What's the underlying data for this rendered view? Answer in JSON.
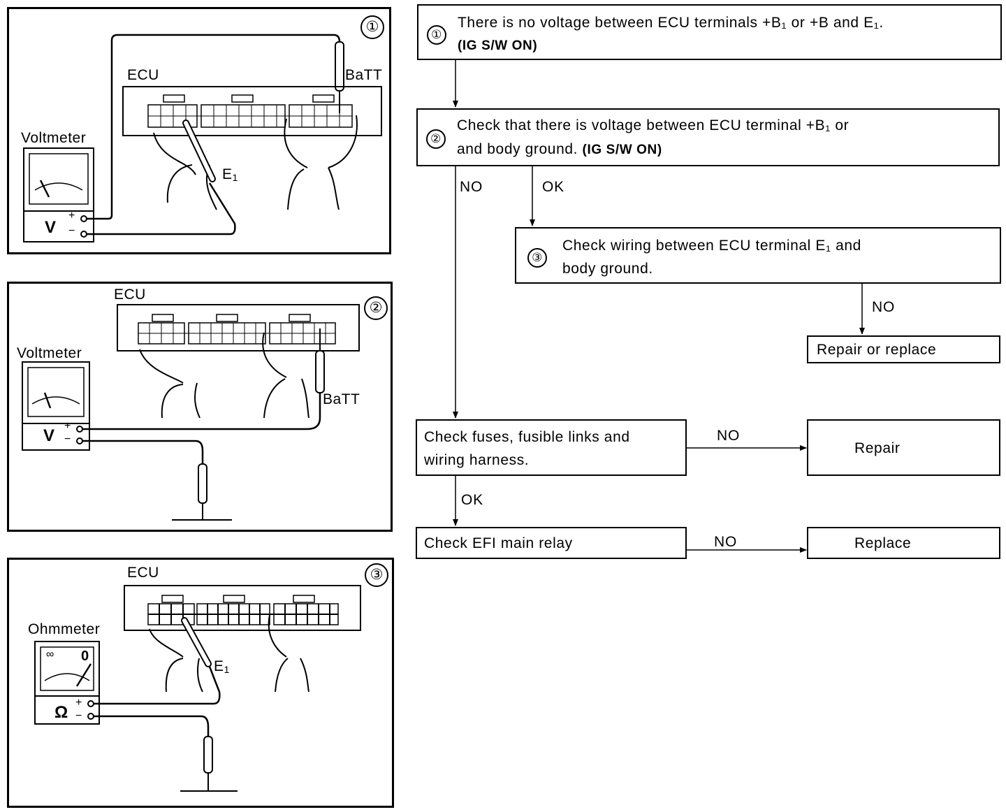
{
  "panels": [
    {
      "number": "①",
      "ecu_label": "ECU",
      "meter_label": "Voltmeter",
      "meter_symbol": "V",
      "probe_label": "BaTT",
      "ground_probe_label": "E",
      "ground_probe_sub": "1"
    },
    {
      "number": "②",
      "ecu_label": "ECU",
      "meter_label": "Voltmeter",
      "meter_symbol": "V",
      "probe_label": "BaTT"
    },
    {
      "number": "③",
      "ecu_label": "ECU",
      "meter_label": "Ohmmeter",
      "meter_symbol": "Ω",
      "ground_probe_label": "E",
      "ground_probe_sub": "1",
      "scale_left": "∞",
      "scale_right": "0"
    }
  ],
  "terminals": {
    "plus": "+",
    "minus": "−"
  },
  "flow": {
    "step1": {
      "number": "①",
      "line1": "There is no voltage between ECU terminals +B₁ or +B and E₁.",
      "line2": "(IG S/W ON)"
    },
    "step2": {
      "number": "②",
      "line1": "Check that there is voltage between ECU terminal +B₁ or",
      "line2_text": "and body ground.",
      "line2_bold": "(IG S/W ON)"
    },
    "step3": {
      "number": "③",
      "line1": "Check wiring between ECU terminal E₁ and",
      "line2": "body ground."
    },
    "repair_or_replace": "Repair or replace",
    "fuses": {
      "line1": "Check fuses, fusible links and",
      "line2": "wiring harness."
    },
    "repair": "Repair",
    "efi": "Check EFI main relay",
    "replace": "Replace",
    "labels": {
      "no1": "NO",
      "ok1": "OK",
      "no2": "NO",
      "no3": "NO",
      "ok2": "OK",
      "no4": "NO"
    }
  }
}
